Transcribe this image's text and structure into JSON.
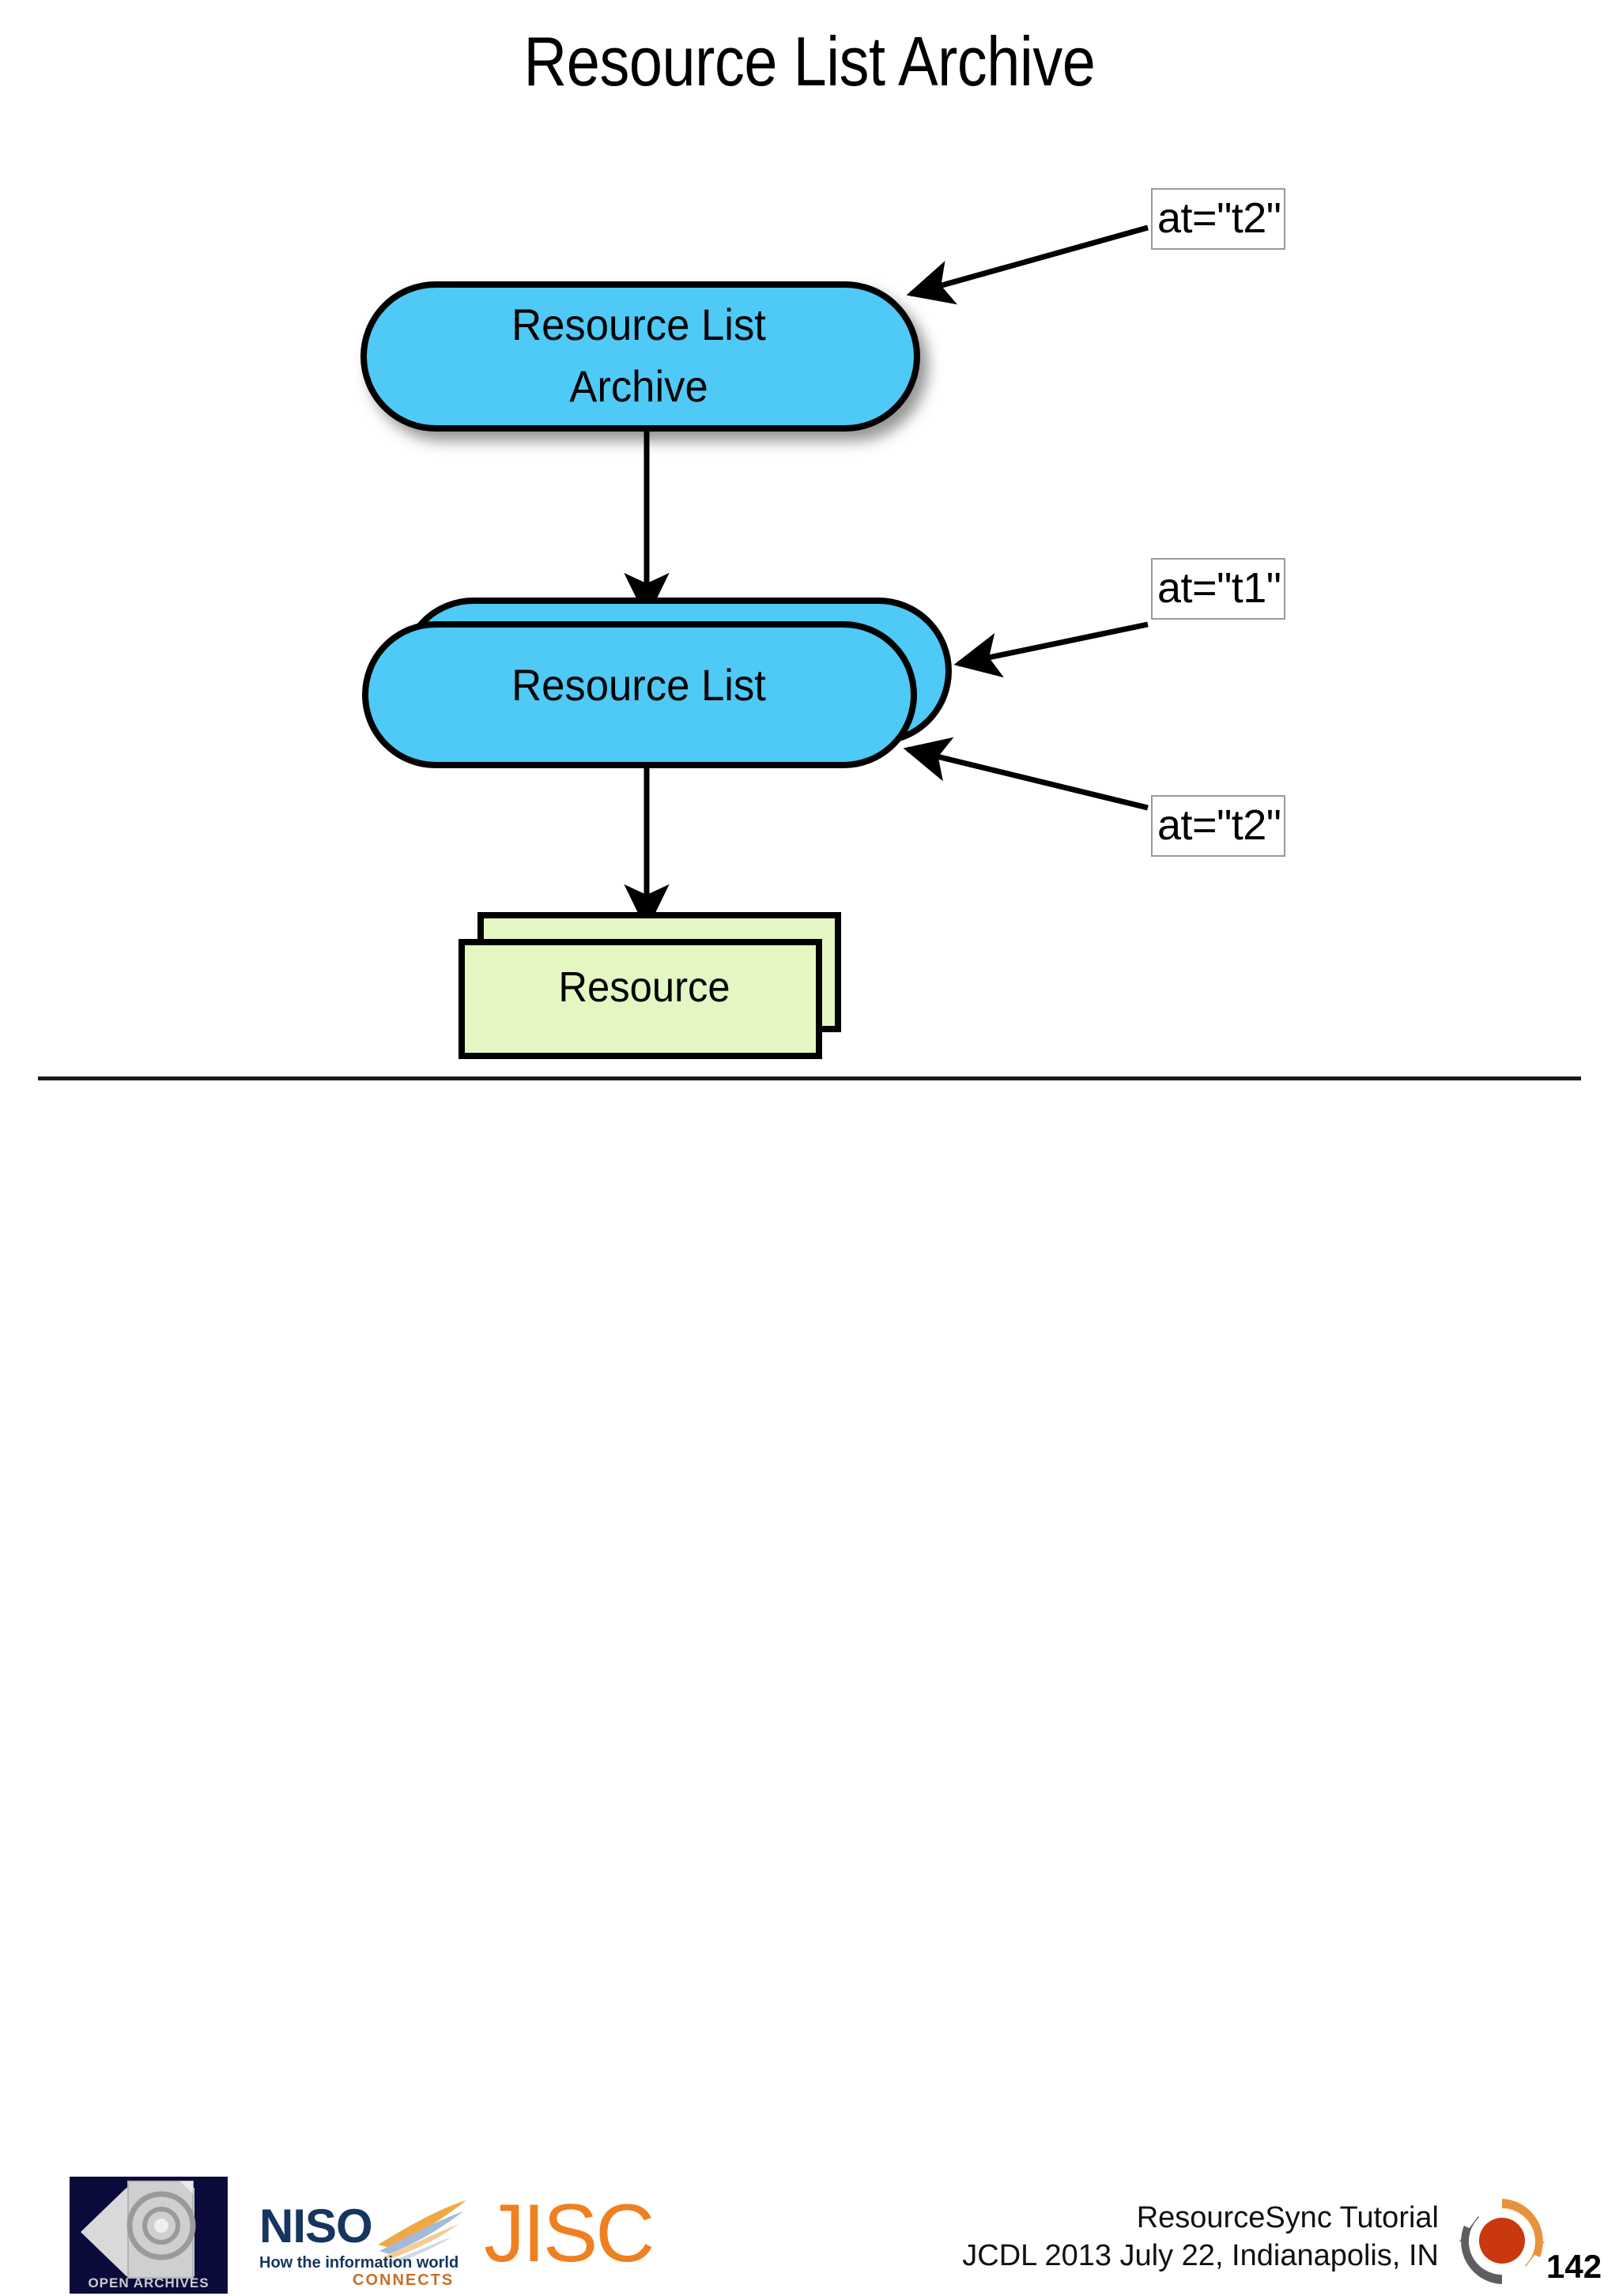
{
  "slide": {
    "title": "Resource List Archive",
    "page_number": "142"
  },
  "diagram": {
    "nodes": [
      {
        "id": "resource-list-archive",
        "label": "Resource List\nArchive",
        "shape": "stadium",
        "fill": "#4FC9F5",
        "stroke": "#000000",
        "stacked": false
      },
      {
        "id": "resource-list",
        "label": "Resource List",
        "shape": "stadium",
        "fill": "#4FC9F5",
        "stroke": "#000000",
        "stacked": true
      },
      {
        "id": "resource",
        "label": "Resource",
        "shape": "rect",
        "fill": "#E4F7C2",
        "stroke": "#000000",
        "stacked": true
      }
    ],
    "edges": [
      {
        "from": "resource-list-archive",
        "to": "resource-list",
        "style": "arrow-down"
      },
      {
        "from": "resource-list",
        "to": "resource",
        "style": "arrow-down"
      }
    ],
    "callouts": [
      {
        "id": "callout-t2-top",
        "text": "at=\"t2\"",
        "points_to": "resource-list-archive"
      },
      {
        "id": "callout-t1",
        "text": "at=\"t1\"",
        "points_to": "resource-list-back"
      },
      {
        "id": "callout-t2-bot",
        "text": "at=\"t2\"",
        "points_to": "resource-list-front"
      }
    ]
  },
  "footer": {
    "line1": "ResourceSync Tutorial",
    "line2": "JCDL 2013 July 22, Indianapolis, IN",
    "logos": {
      "open_archives": {
        "name": "open-archives-logo",
        "caption": "OPEN ARCHIVES"
      },
      "niso": {
        "name": "niso-logo",
        "word": "NISO",
        "tagline_1": "How the information world",
        "tagline_2": "CONNECTS"
      },
      "jisc": {
        "name": "jisc-logo",
        "word": "JISC"
      },
      "resourcesync": {
        "name": "resourcesync-logo"
      }
    }
  },
  "colors": {
    "node_blue": "#4FC9F5",
    "node_green": "#E4F7C2",
    "jisc_orange": "#EF8022",
    "niso_navy": "#16355F",
    "niso_orange": "#C8702A",
    "rs_orange": "#E8933C",
    "rs_gray": "#5E5E60",
    "rs_red": "#C9380E",
    "callout_border": "#9A9A9A"
  }
}
